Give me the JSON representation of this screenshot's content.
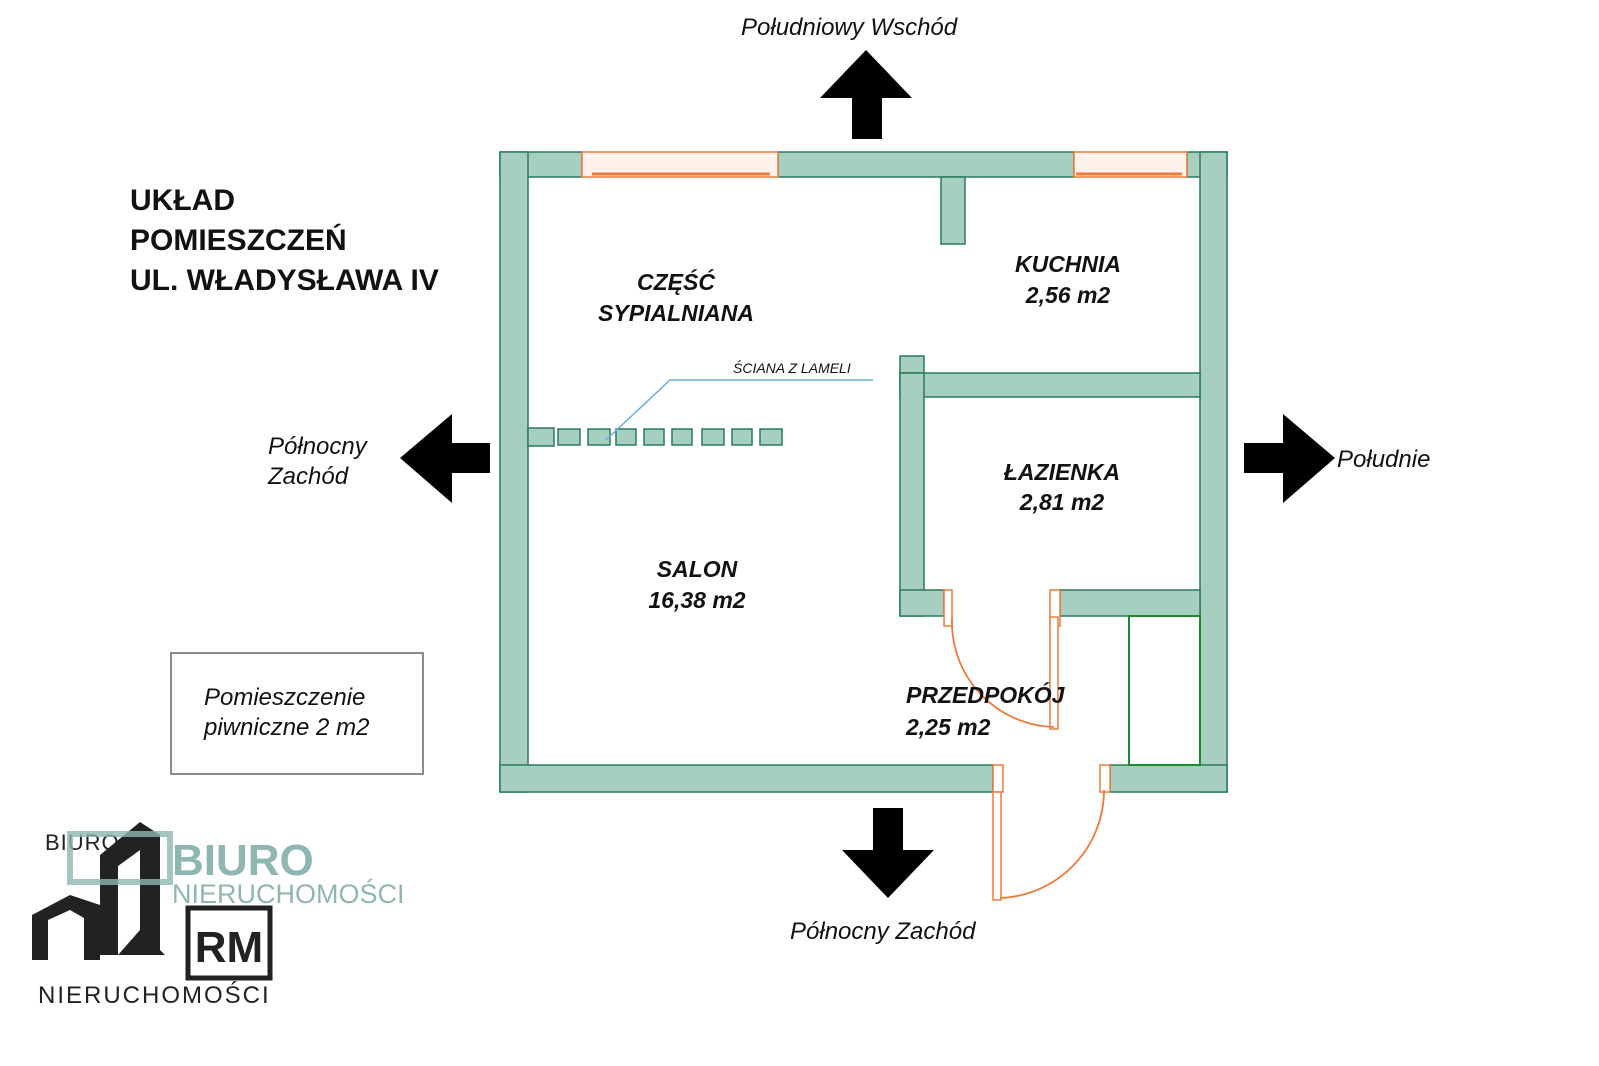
{
  "title": {
    "line1": "UKŁAD",
    "line2": "POMIESZCZEŃ",
    "line3": "UL. WŁADYSŁAWA IV"
  },
  "rooms": {
    "bedroom": {
      "name1": "CZĘŚĆ",
      "name2": "SYPIALNIANA"
    },
    "kitchen": {
      "name": "KUCHNIA",
      "area": "2,56 m2"
    },
    "bathroom": {
      "name": "ŁAZIENKA",
      "area": "2,81 m2"
    },
    "salon": {
      "name": "SALON",
      "area": "16,38 m2"
    },
    "hall": {
      "name": "PRZEDPOKÓJ",
      "area": "2,25 m2"
    }
  },
  "lamel_label": "ŚCIANA Z LAMELI",
  "directions": {
    "top": "Południowy Wschód",
    "left_line1": "Północny",
    "left_line2": "Zachód",
    "right": "Południe",
    "bottom": "Północny Zachód"
  },
  "cellar": {
    "line1": "Pomieszczenie",
    "line2": "piwniczne 2 m2"
  },
  "logo": {
    "top_small": "BIURO",
    "brand": "BIURO",
    "brand_sub": "NIERUCHOMOŚCI",
    "monogram": "RM",
    "bottom": "NIERUCHOMOŚCI"
  },
  "colors": {
    "wall_fill": "#a7cfc0",
    "wall_stroke": "#2a7a5a",
    "door_stroke": "#f07a3a",
    "arrow": "#000000"
  }
}
